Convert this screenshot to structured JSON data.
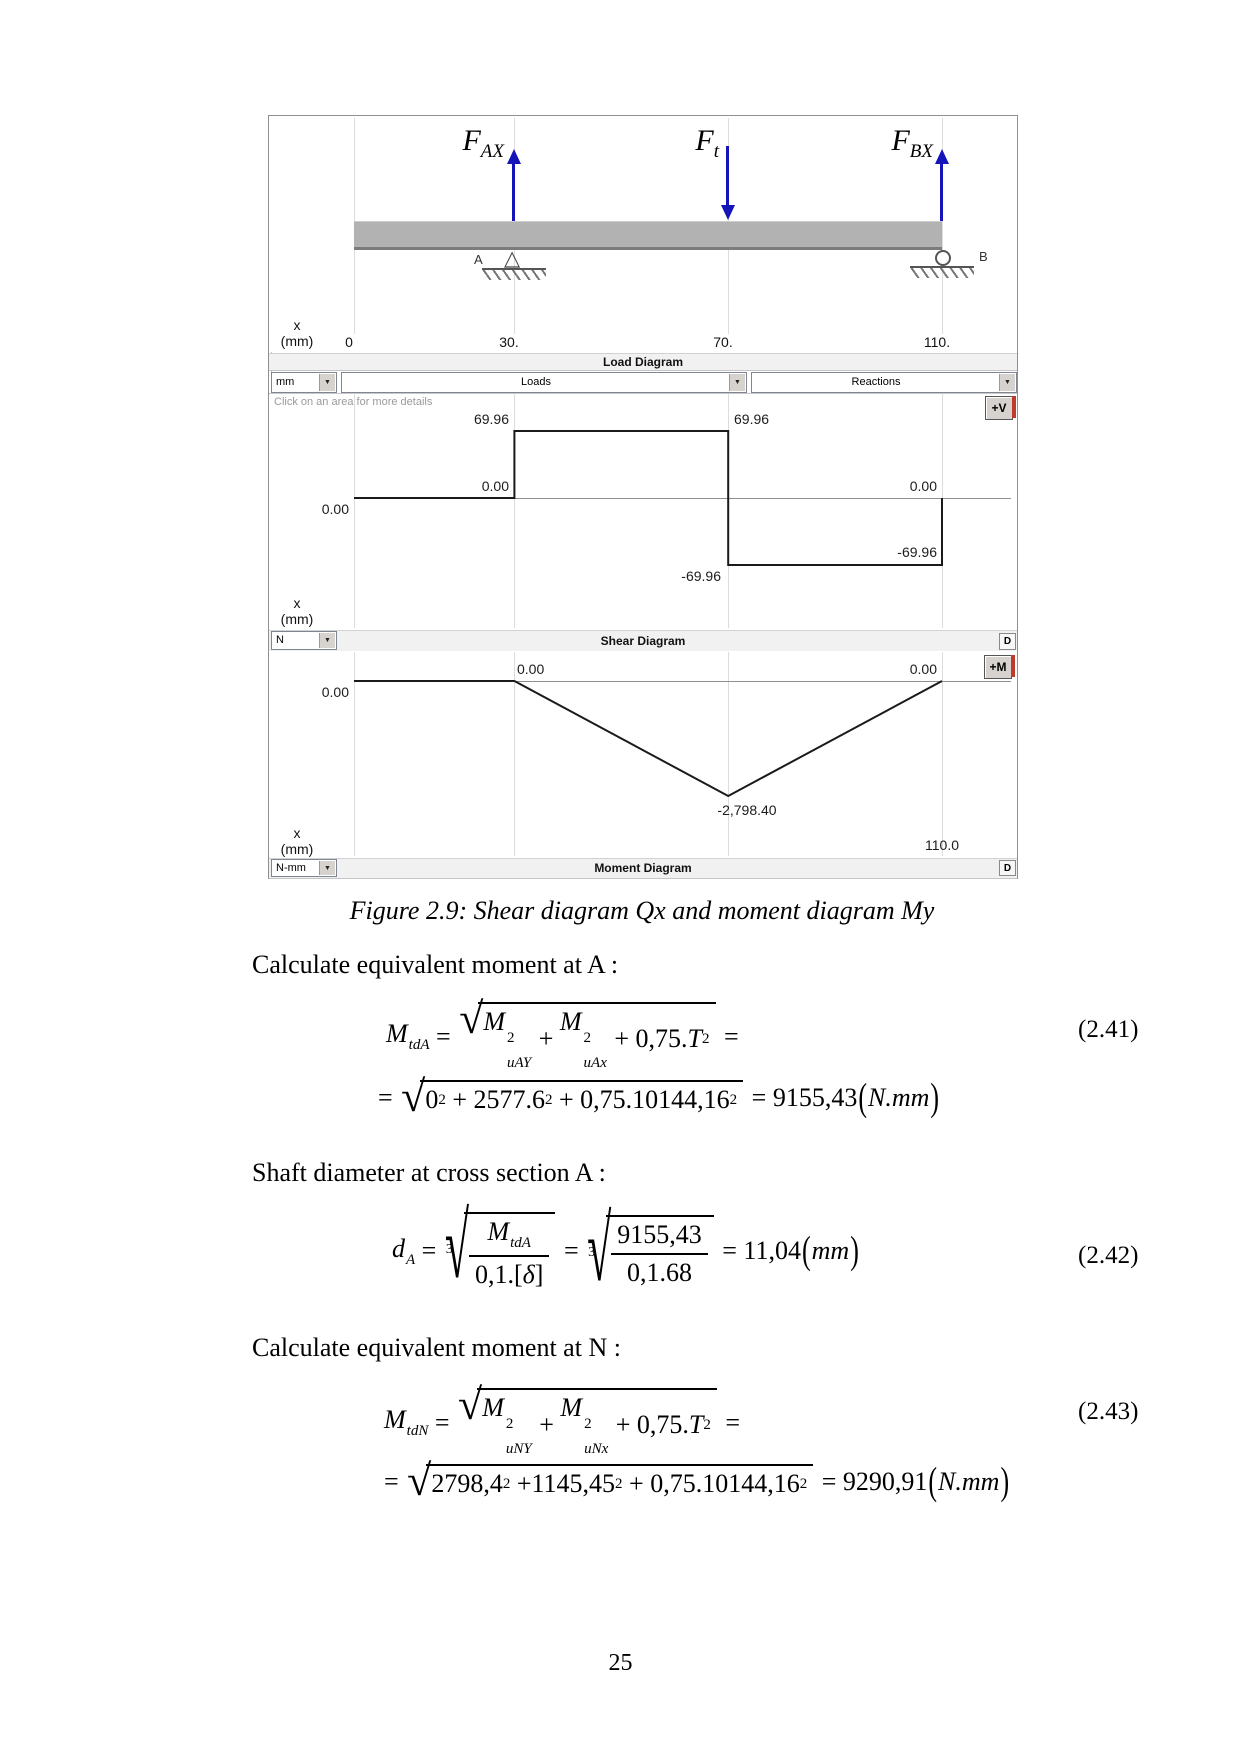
{
  "colors": {
    "accent_blue": "#1414b8",
    "beam_gray": "#b2b2b2",
    "grid": "#dcdcdc",
    "header_bg": "#f1f1f1",
    "button_face": "#d6d3ce",
    "accent_red": "#c0392b",
    "diagram_line": "#1a1a1a"
  },
  "figure_panel": {
    "beam_diagram": {
      "forces": [
        {
          "base": "F",
          "sub": "AX",
          "direction": "up",
          "position_mm": 30
        },
        {
          "base": "F",
          "sub": "t",
          "direction": "down",
          "position_mm": 70
        },
        {
          "base": "F",
          "sub": "BX",
          "direction": "up",
          "position_mm": 110
        }
      ],
      "support_a_label": "A",
      "support_b_label": "B",
      "axis": {
        "x": "x",
        "unit": "(mm)",
        "ticks": [
          "0",
          "30.",
          "70.",
          "110."
        ]
      }
    },
    "load_section": {
      "title": "Load Diagram",
      "unit_combo": "mm",
      "loads_combo": "Loads",
      "reactions_combo": "Reactions"
    },
    "shear_section": {
      "hint": "Click on an area for more details",
      "zoom_button": "+V",
      "title": "Shear Diagram",
      "unit_combo": "N",
      "detail_button": "D",
      "axis": {
        "x": "x",
        "unit": "(mm)"
      },
      "labels": {
        "start_zero": "0.00",
        "before_step_zero": "0.00",
        "high_left": "69.96",
        "high_right": "69.96",
        "low_left": "-69.96",
        "low_right": "-69.96",
        "end_zero": "0.00"
      }
    },
    "moment_section": {
      "zoom_button": "+M",
      "title": "Moment Diagram",
      "unit_combo": "N-mm",
      "detail_button": "D",
      "axis": {
        "x": "x",
        "unit": "(mm)"
      },
      "labels": {
        "start_zero": "0.00",
        "after_step_zero": "0.00",
        "end_zero": "0.00",
        "minimum": "-2,798.40",
        "end_x": "110.0"
      }
    }
  },
  "caption": "Figure 2.9: Shear diagram Qx and moment diagram My",
  "body": {
    "line_a": "Calculate equivalent moment at A :",
    "line_d": "Shaft diameter at cross section A :",
    "line_n": "Calculate equivalent moment at N :"
  },
  "equations": [
    {
      "number": "(2.41)",
      "line1": [
        {
          "vs": {
            "base": "M",
            "sub": "tdA"
          }
        },
        {
          "r": " = "
        },
        {
          "sqrt": {
            "c": [
              {
                "ss": {
                  "base": "M",
                  "sup": "2",
                  "sub": "uAY"
                }
              },
              {
                "r": " + "
              },
              {
                "ss": {
                  "base": "M",
                  "sup": "2",
                  "sub": "uAx"
                }
              },
              {
                "r": " + 0,75."
              },
              {
                "v": "T"
              },
              {
                "sup": "2"
              }
            ]
          }
        },
        {
          "r": " ="
        }
      ],
      "line2": [
        {
          "r": "= "
        },
        {
          "sqrt": {
            "c": [
              {
                "r": "0"
              },
              {
                "sup": "2"
              },
              {
                "r": " + 2577.6"
              },
              {
                "sup": "2"
              },
              {
                "r": " + 0,75.10144,16"
              },
              {
                "sup": "2"
              }
            ]
          }
        },
        {
          "r": " = 9155,43"
        },
        {
          "bp": "("
        },
        {
          "i": "N.mm"
        },
        {
          "bp": ")"
        }
      ]
    },
    {
      "number": "(2.42)",
      "line1": [
        {
          "vs": {
            "base": "d",
            "sub": "A"
          }
        },
        {
          "r": " = "
        },
        {
          "sqrt": {
            "idx": "3",
            "c": [
              {
                "frac": {
                  "n": [
                    {
                      "vs": {
                        "base": "M",
                        "sub": "tdA"
                      }
                    }
                  ],
                  "d": [
                    {
                      "r": "0,1."
                    },
                    {
                      "r": "["
                    },
                    {
                      "v": "δ"
                    },
                    {
                      "r": "]"
                    }
                  ]
                }
              }
            ]
          }
        },
        {
          "r": " = "
        },
        {
          "sqrt": {
            "idx": "3",
            "c": [
              {
                "frac": {
                  "n": [
                    {
                      "r": "9155,43"
                    }
                  ],
                  "d": [
                    {
                      "r": "0,1.68"
                    }
                  ]
                }
              }
            ]
          }
        },
        {
          "r": " = 11,04"
        },
        {
          "bp": "("
        },
        {
          "i": "mm"
        },
        {
          "bp": ")"
        }
      ]
    },
    {
      "number": "(2.43)",
      "line1": [
        {
          "vs": {
            "base": "M",
            "sub": "tdN"
          }
        },
        {
          "r": " = "
        },
        {
          "sqrt": {
            "c": [
              {
                "ss": {
                  "base": "M",
                  "sup": "2",
                  "sub": "uNY"
                }
              },
              {
                "r": " + "
              },
              {
                "ss": {
                  "base": "M",
                  "sup": "2",
                  "sub": "uNx"
                }
              },
              {
                "r": " + 0,75."
              },
              {
                "v": "T"
              },
              {
                "sup": "2"
              }
            ]
          }
        },
        {
          "r": " ="
        }
      ],
      "line2": [
        {
          "r": "= "
        },
        {
          "sqrt": {
            "c": [
              {
                "r": "2798,4"
              },
              {
                "sup": "2"
              },
              {
                "r": " +1145,45"
              },
              {
                "sup": "2"
              },
              {
                "r": " + 0,75.10144,16"
              },
              {
                "sup": "2"
              }
            ]
          }
        },
        {
          "r": " = 9290,91"
        },
        {
          "bp": "("
        },
        {
          "i": "N.mm"
        },
        {
          "bp": ")"
        }
      ]
    }
  ],
  "page_number": "25",
  "chart_data": [
    {
      "type": "line",
      "name": "Shear Diagram",
      "xlabel": "x (mm)",
      "ylabel": "N",
      "x": [
        0,
        30,
        30,
        70,
        70,
        110,
        110
      ],
      "y": [
        0,
        0,
        69.96,
        69.96,
        -69.96,
        -69.96,
        0
      ],
      "x_ticks": [
        0,
        30,
        70,
        110
      ],
      "value_labels": [
        "0.00",
        "69.96",
        "-69.96"
      ],
      "grid": true
    },
    {
      "type": "line",
      "name": "Moment Diagram",
      "xlabel": "x (mm)",
      "ylabel": "N-mm",
      "x": [
        0,
        30,
        70,
        110
      ],
      "y": [
        0,
        0,
        -2798.4,
        0
      ],
      "x_ticks": [
        0,
        30,
        70,
        110
      ],
      "minimum_label": "-2,798.40",
      "end_x_label": "110.0",
      "grid": true
    }
  ]
}
